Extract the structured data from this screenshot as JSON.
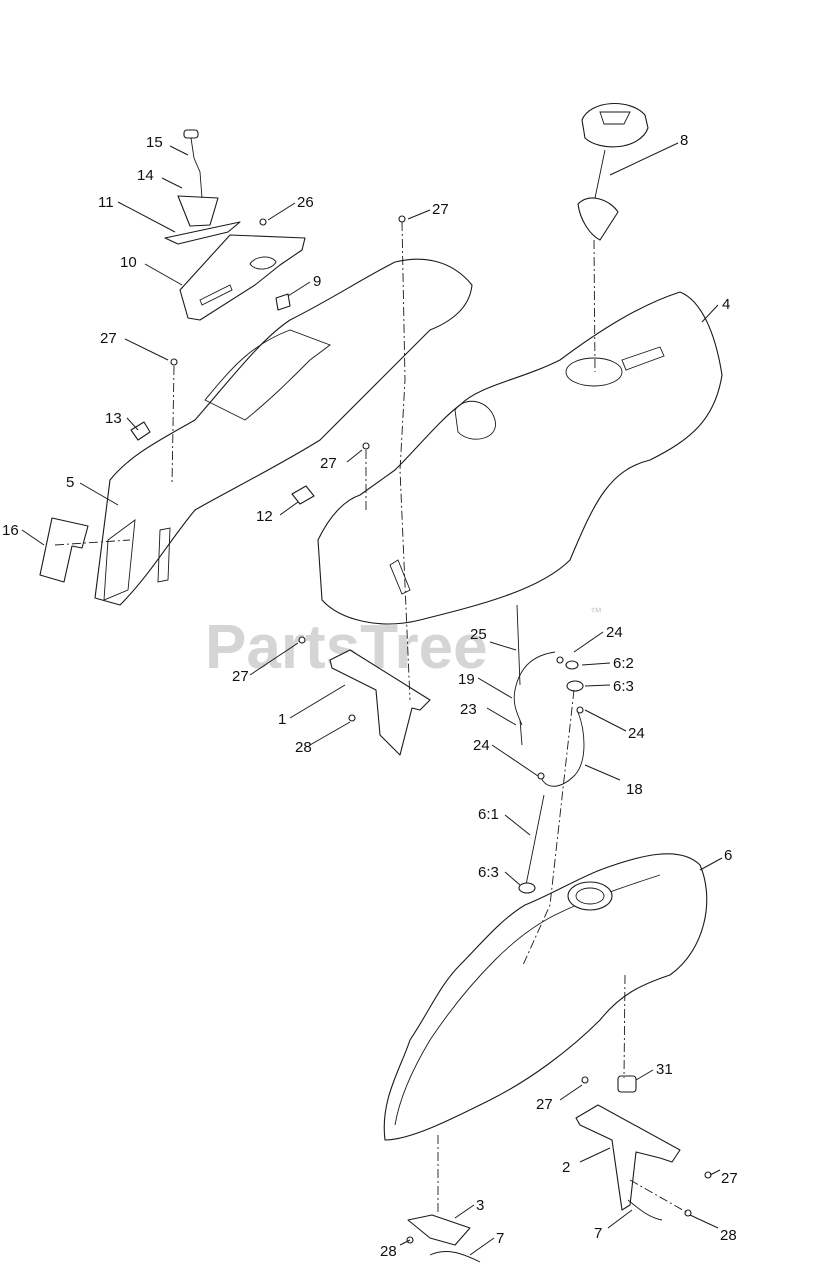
{
  "watermark": {
    "text": "PartsTree",
    "trademark": "™"
  },
  "callouts": {
    "c1": "1",
    "c2": "2",
    "c3": "3",
    "c4": "4",
    "c5": "5",
    "c6": "6",
    "c7a": "7",
    "c7b": "7",
    "c8": "8",
    "c9": "9",
    "c10": "10",
    "c11": "11",
    "c12": "12",
    "c13": "13",
    "c14": "14",
    "c15": "15",
    "c16": "16",
    "c18": "18",
    "c19": "19",
    "c23": "23",
    "c24a": "24",
    "c24b": "24",
    "c24c": "24",
    "c25": "25",
    "c26": "26",
    "c27a": "27",
    "c27b": "27",
    "c27c": "27",
    "c27d": "27",
    "c27e": "27",
    "c27f": "27",
    "c28a": "28",
    "c28b": "28",
    "c28c": "28",
    "c31": "31",
    "c61": "6:1",
    "c62": "6:2",
    "c63a": "6:3",
    "c63b": "6:3"
  }
}
